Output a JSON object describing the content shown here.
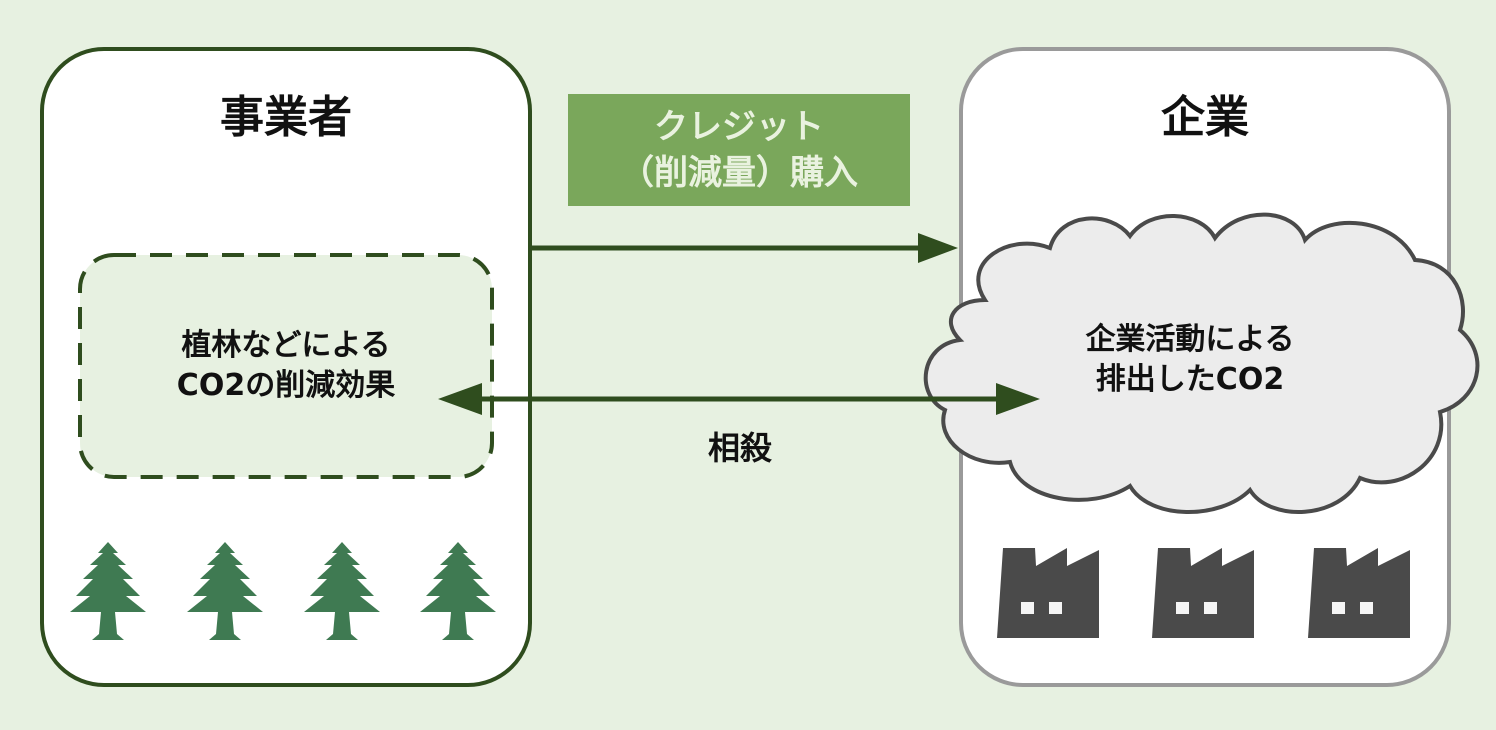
{
  "operator": {
    "title": "事業者",
    "reduction_text": "植林などによる\nCO2の削減効果",
    "tree_icon_count": 4
  },
  "company": {
    "title": "企業",
    "emission_text": "企業活動による\n排出したCO2",
    "factory_icon_count": 3
  },
  "credit": {
    "label": "クレジット\n（削減量）購入"
  },
  "offset": {
    "label": "相殺"
  },
  "colors": {
    "background": "#e7f1e1",
    "operator_border": "#2f4d1e",
    "company_border": "#9a9a9a",
    "credit_fill": "#7aa75b",
    "credit_text": "#e9f2df",
    "arrow": "#2f4d1e",
    "tree": "#3f7a52",
    "factory": "#4a4a4a",
    "cloud_fill": "#ececec",
    "cloud_stroke": "#4a4a4a"
  }
}
